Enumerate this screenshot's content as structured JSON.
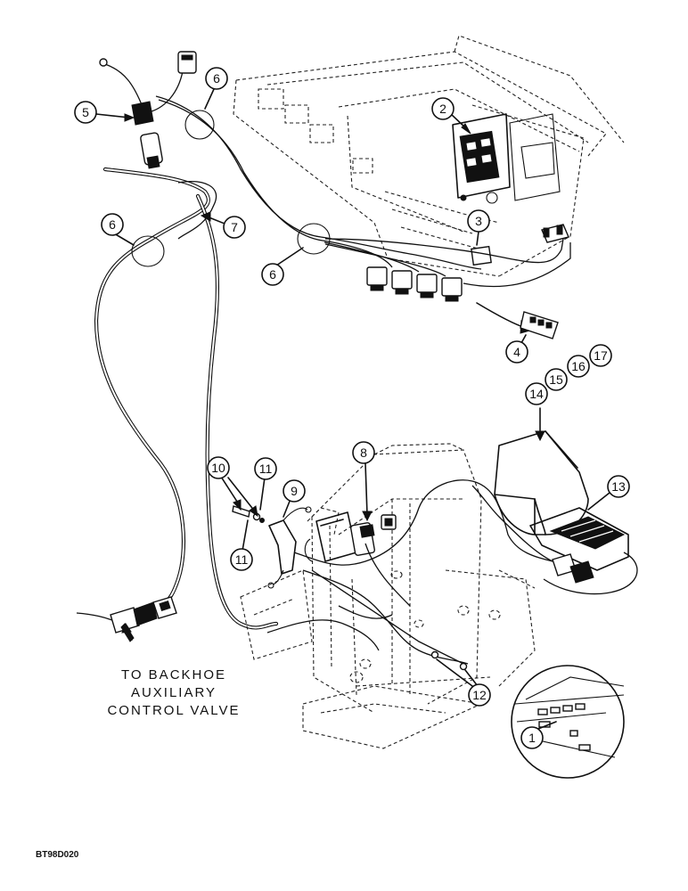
{
  "callouts": [
    "1",
    "2",
    "3",
    "4",
    "5",
    "6",
    "7",
    "8",
    "9",
    "10",
    "11",
    "12",
    "13",
    "14",
    "15",
    "16",
    "17"
  ],
  "caption_lines": [
    "TO BACKHOE",
    "AUXILIARY",
    "CONTROL VALVE"
  ],
  "drawing_ref": "BT98D020"
}
